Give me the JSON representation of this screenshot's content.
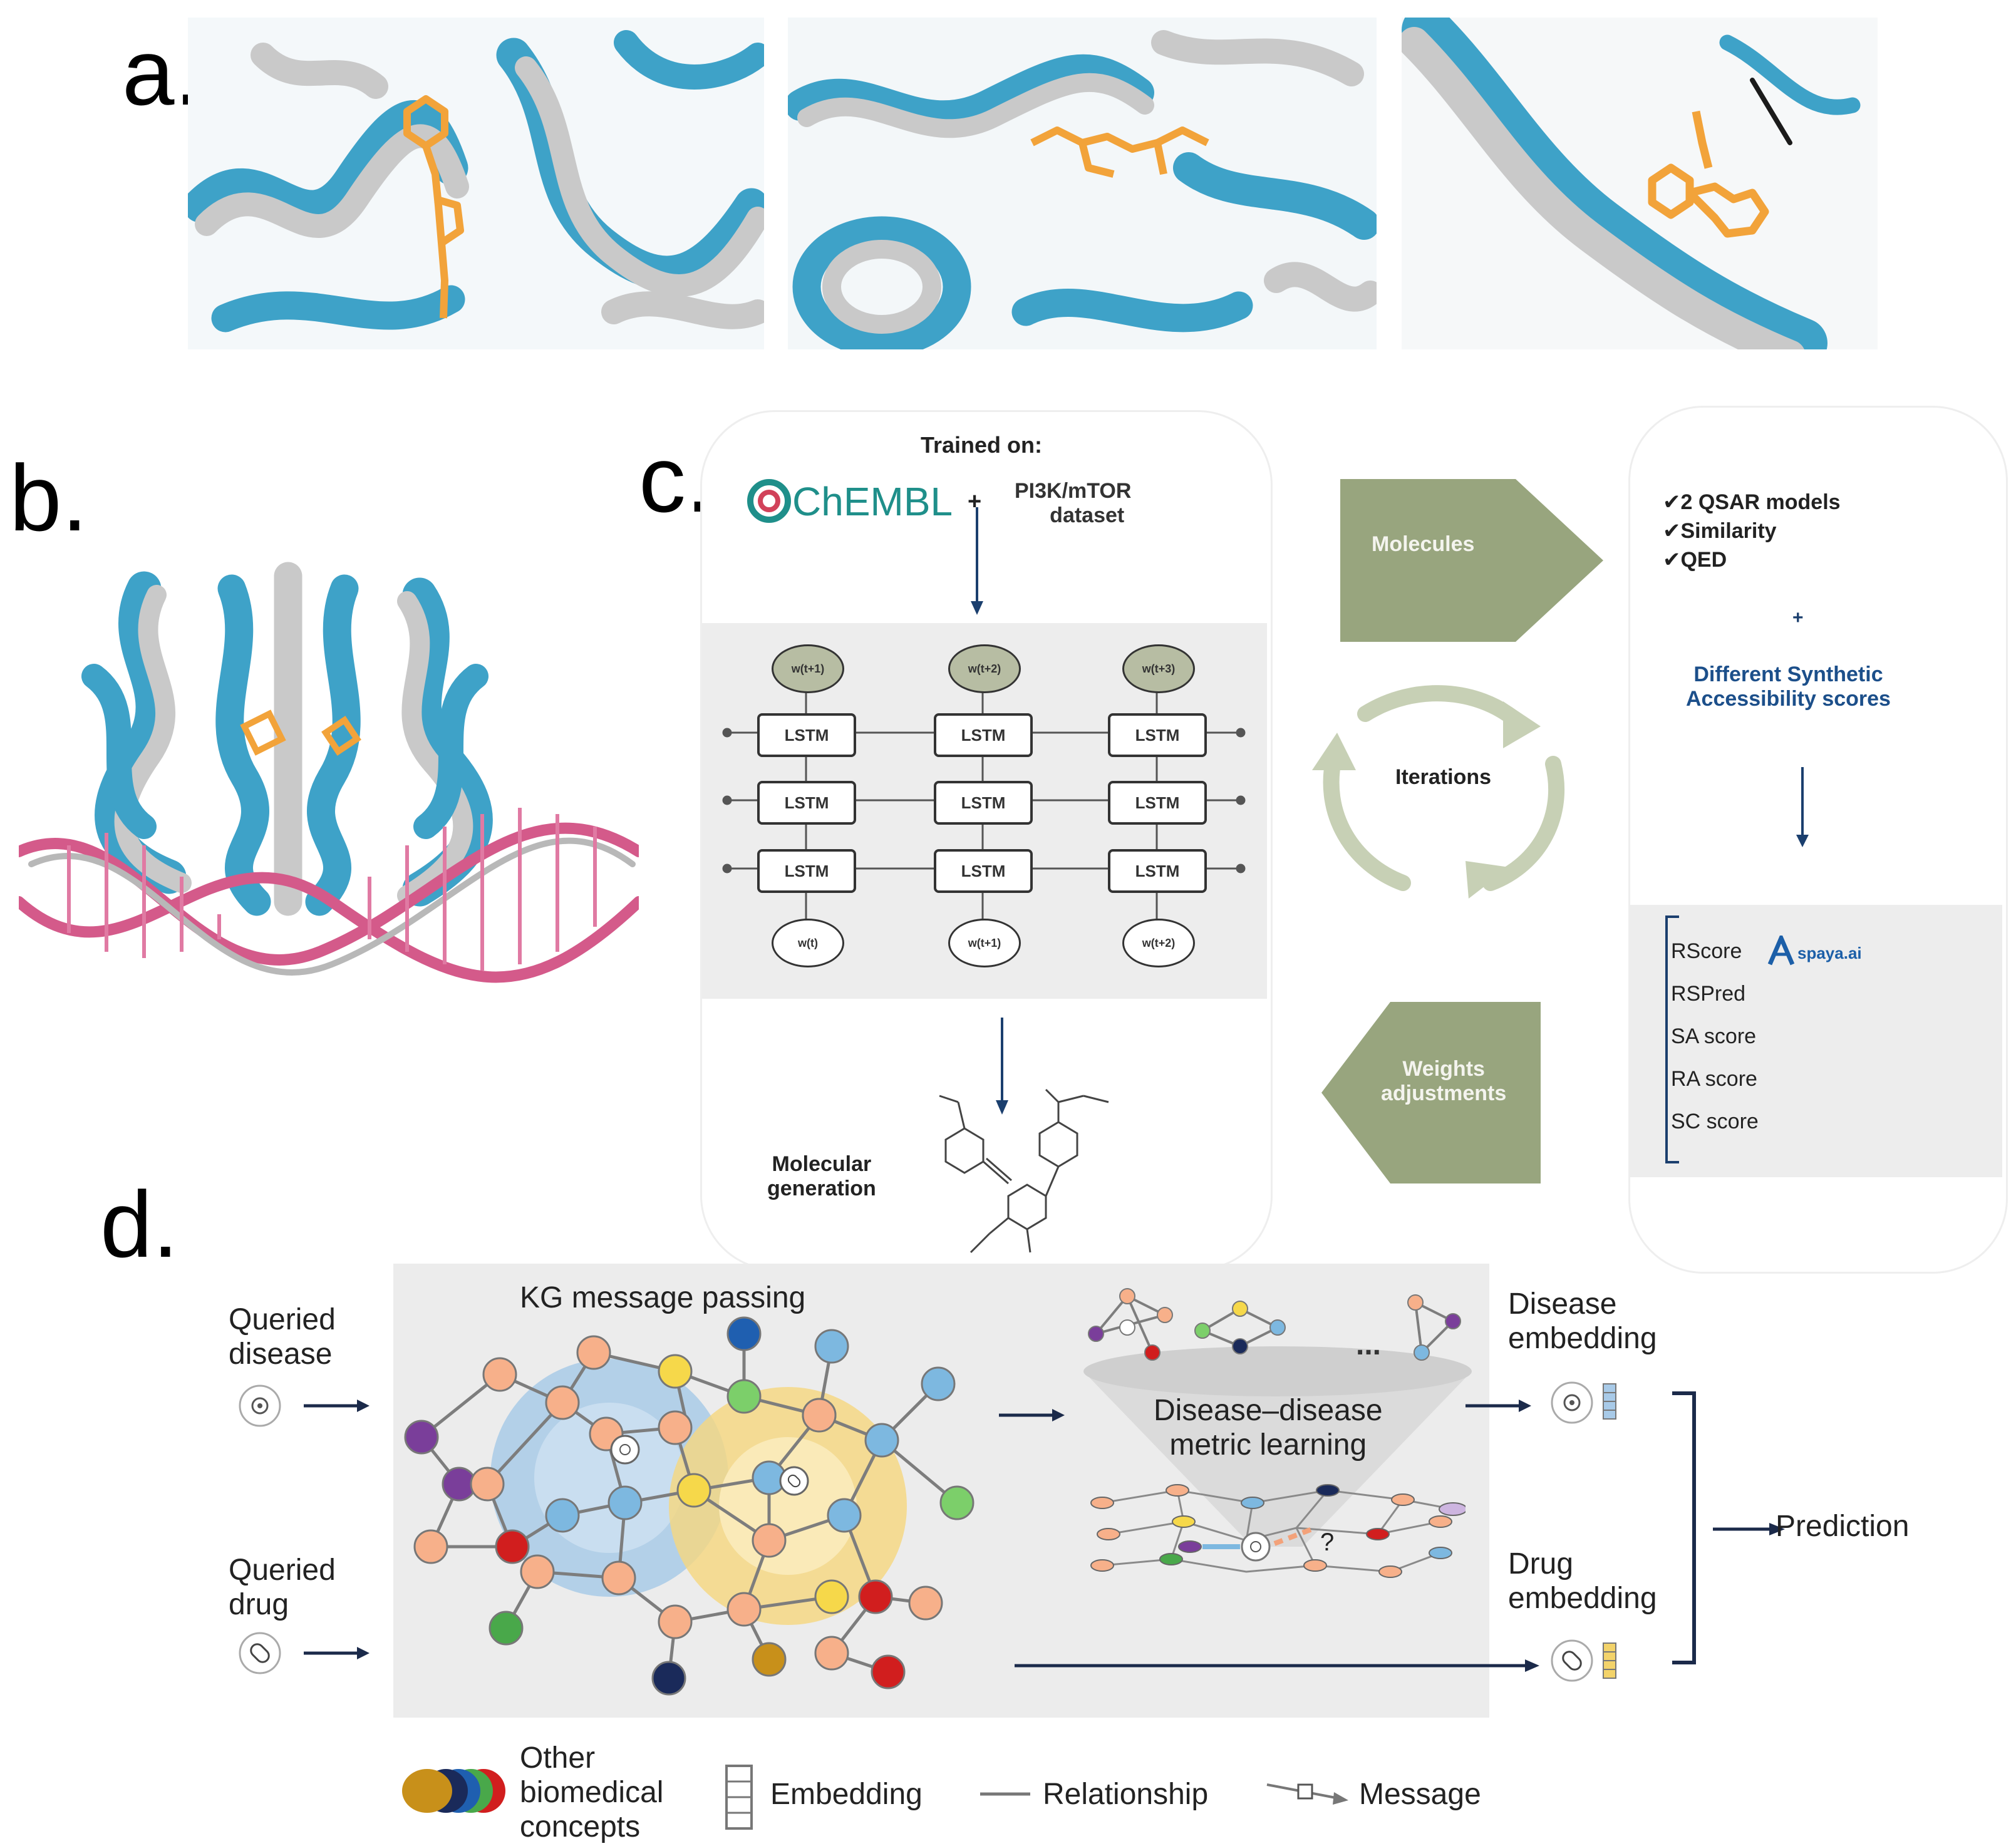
{
  "panel_labels": {
    "a": "a.",
    "b": "b.",
    "c": "c.",
    "d": "d."
  },
  "colors": {
    "protein_blue": "#3ea2c8",
    "protein_gray": "#c9c9c9",
    "ligand_orange": "#f2a33a",
    "dna_pink": "#d45a8a",
    "arrow_green": "#98a57e",
    "cycle_green": "#c7d0b5",
    "navy": "#1b3f6e",
    "kg_panel": "#ececec"
  },
  "panel_c": {
    "trained_on": "Trained on:",
    "chembl": "ChEMBL",
    "plus": "+",
    "dataset_line1": "PI3K/mTOR",
    "dataset_line2": "dataset",
    "lstm_label": "LSTM",
    "top_nodes": [
      "w(t+1)",
      "w(t+2)",
      "w(t+3)"
    ],
    "bottom_nodes": [
      "w(t)",
      "w(t+1)",
      "w(t+2)"
    ],
    "molecular_line1": "Molecular",
    "molecular_line2": "generation",
    "molecules_arrow": "Molecules",
    "iterations": "Iterations",
    "weights_line1": "Weights",
    "weights_line2": "adjustments",
    "checks": [
      "✔2 QSAR models",
      "✔Similarity",
      "✔QED"
    ],
    "plus2": "+",
    "sa_line1": "Different Synthetic",
    "sa_line2": "Accessibility scores",
    "scores": [
      "RScore",
      "RSPred",
      "SA score",
      "RA score",
      "SC score"
    ],
    "spaya": "spaya.ai"
  },
  "panel_d": {
    "queried_disease_1": "Queried",
    "queried_disease_2": "disease",
    "queried_drug_1": "Queried",
    "queried_drug_2": "drug",
    "kg_title": "KG message passing",
    "metric_line1": "Disease–disease",
    "metric_line2": "metric learning",
    "ellipsis": "...",
    "question": "?",
    "disease_emb_1": "Disease",
    "disease_emb_2": "embedding",
    "drug_emb_1": "Drug",
    "drug_emb_2": "embedding",
    "prediction": "Prediction",
    "legend": {
      "concepts_1": "Other",
      "concepts_2": "biomedical",
      "concepts_3": "concepts",
      "embedding": "Embedding",
      "relationship": "Relationship",
      "message": "Message"
    },
    "node_colors": {
      "salmon": "#f7b08a",
      "blue": "#7db8e0",
      "purple": "#7a3e9a",
      "red": "#d11e1e",
      "green": "#49a84a",
      "yellow": "#f6d84a",
      "lightgreen": "#7ccf6a",
      "darkblue": "#1a2a5a",
      "mustard": "#c8901a",
      "navyblue": "#1f5fb0"
    }
  }
}
